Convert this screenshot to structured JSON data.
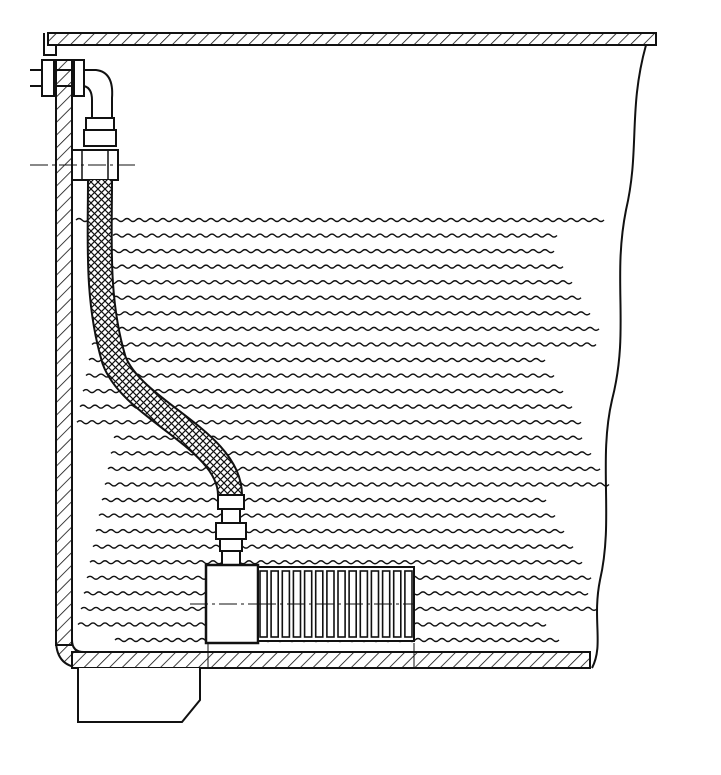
{
  "figure": {
    "kind": "technical cross-section drawing",
    "components": [
      "tank-wall",
      "tank-lid",
      "inlet-pipe",
      "hose-connector",
      "flexible-hose",
      "pump-body",
      "heat-exchanger-fins",
      "support-foot",
      "liquid"
    ],
    "colors": {
      "ink": "#111111",
      "paper": "#ffffff"
    },
    "liquid_level_fraction": 0.72,
    "fin_count": 14
  }
}
